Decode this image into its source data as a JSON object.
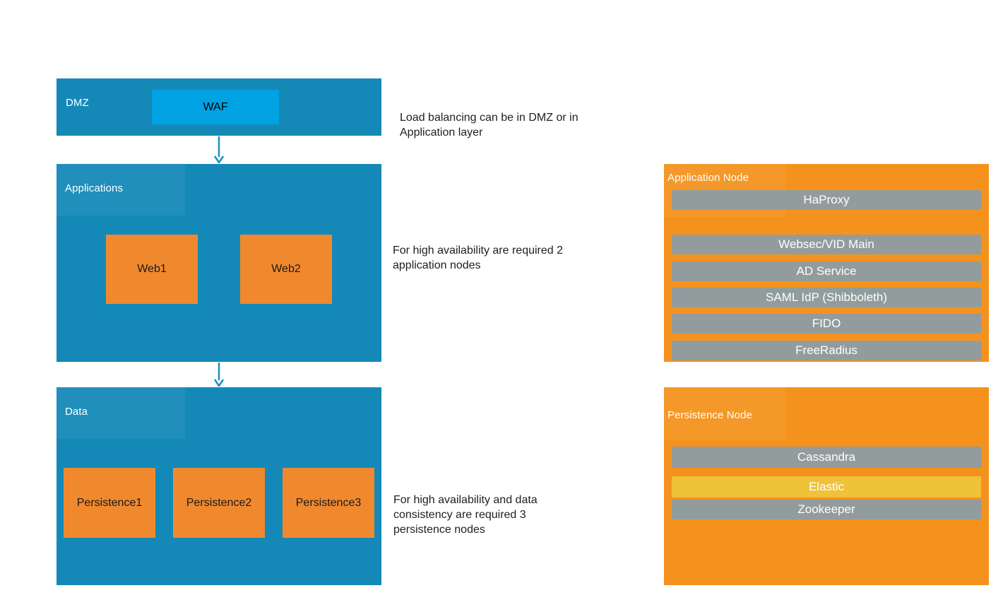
{
  "colors": {
    "layer_blue": "#1489B8",
    "waf_blue": "#00A2E3",
    "box_orange": "#F0892E",
    "node_orange": "#F5921E",
    "service_gray": "#939C9D",
    "service_gold": "#EFC238",
    "arrow_blue": "#1B8FBE",
    "ink": "#212121"
  },
  "layers": {
    "dmz": {
      "label": "DMZ",
      "items": [
        {
          "label": "WAF"
        }
      ]
    },
    "applications": {
      "label": "Applications",
      "items": [
        {
          "label": "Web1"
        },
        {
          "label": "Web2"
        }
      ]
    },
    "data": {
      "label": "Data",
      "items": [
        {
          "label": "Persistence1"
        },
        {
          "label": "Persistence2"
        },
        {
          "label": "Persistence3"
        }
      ]
    }
  },
  "annotations": [
    {
      "lines": [
        "Load balancing can be in DMZ or in",
        "Application layer"
      ]
    },
    {
      "lines": [
        "For high availability are required 2",
        "application nodes"
      ]
    },
    {
      "lines": [
        "For high availability and data",
        "consistency are required 3",
        "persistence nodes"
      ]
    }
  ],
  "nodes": {
    "application": {
      "label": "Application Node",
      "services": [
        "HaProxy",
        "Websec/VID Main",
        "AD Service",
        "SAML IdP (Shibboleth)",
        "FIDO",
        "FreeRadius"
      ]
    },
    "persistence": {
      "label": "Persistence Node",
      "services": [
        "Cassandra",
        "Elastic",
        "Zookeeper"
      ],
      "highlighted_service": "Elastic"
    }
  }
}
